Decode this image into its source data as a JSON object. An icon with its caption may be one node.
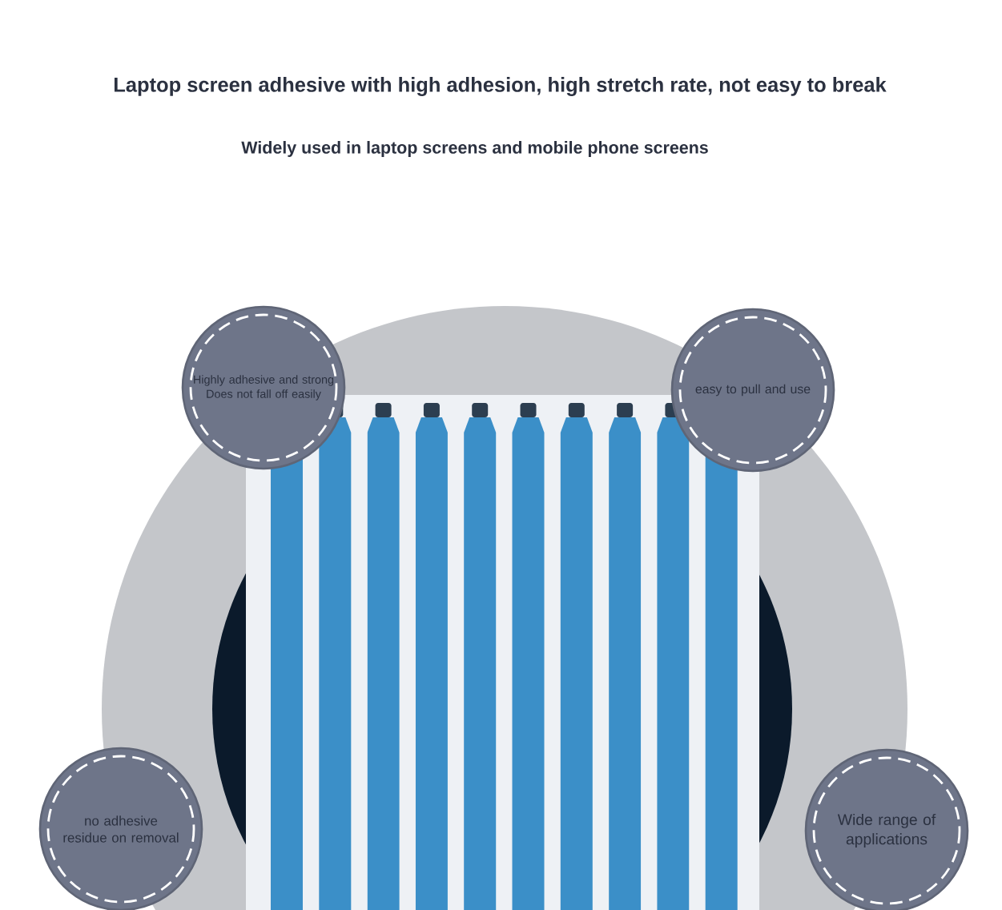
{
  "diagram": {
    "title": "Laptop screen adhesive with high adhesion, high stretch rate, not easy to break",
    "nodes": [
      {
        "text": [
          "Highly adhesive and strong",
          "Does not fall off easily"
        ]
      },
      {
        "text": [
          "easy to pull and use"
        ]
      },
      {
        "text": [
          "no adhesive residue on removal"
        ]
      },
      {
        "text": [
          "Wide range of applications"
        ]
      }
    ],
    "labels": [
      "Widely used in laptop screens and mobile phone screens"
    ]
  }
}
